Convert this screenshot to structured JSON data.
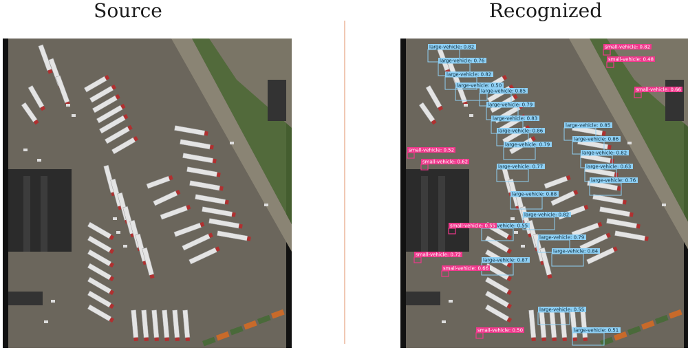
{
  "titles": {
    "source": "Source",
    "recognized": "Recognized"
  },
  "colors": {
    "large_vehicle_box": "#8fd0f5",
    "small_vehicle_box": "#f0388c",
    "ground": "#6b665c",
    "building": "#2b2b2b",
    "grass": "#4d6b35",
    "road": "#8a8474"
  },
  "detections": [
    {
      "label": "large-vehicle: 0.82",
      "cls": "large"
    },
    {
      "label": "large-vehicle: 0.76",
      "cls": "large"
    },
    {
      "label": "large-vehicle: 0.82",
      "cls": "large"
    },
    {
      "label": "large-vehicle: 0.50",
      "cls": "large"
    },
    {
      "label": "large-vehicle: 0.85",
      "cls": "large"
    },
    {
      "label": "large-vehicle: 0.79",
      "cls": "large"
    },
    {
      "label": "large-vehicle: 0.83",
      "cls": "large"
    },
    {
      "label": "large-vehicle: 0.86",
      "cls": "large"
    },
    {
      "label": "large-vehicle: 0.79",
      "cls": "large"
    },
    {
      "label": "large-vehicle: 0.85",
      "cls": "large"
    },
    {
      "label": "large-vehicle: 0.86",
      "cls": "large"
    },
    {
      "label": "large-vehicle: 0.82",
      "cls": "large"
    },
    {
      "label": "large-vehicle: 0.63",
      "cls": "large"
    },
    {
      "label": "large-vehicle: 0.76",
      "cls": "large"
    },
    {
      "label": "large-vehicle: 0.77",
      "cls": "large"
    },
    {
      "label": "large-vehicle: 0.88",
      "cls": "large"
    },
    {
      "label": "large-vehicle: 0.82",
      "cls": "large"
    },
    {
      "label": "large-vehicle: 0.79",
      "cls": "large"
    },
    {
      "label": "large-vehicle: 0.84",
      "cls": "large"
    },
    {
      "label": "large-vehicle: 0.55",
      "cls": "large"
    },
    {
      "label": "large-vehicle: 0.87",
      "cls": "large"
    },
    {
      "label": "large-vehicle: 0.55",
      "cls": "large"
    },
    {
      "label": "large-vehicle: 0.51",
      "cls": "large"
    },
    {
      "label": "small-vehicle: 0.82",
      "cls": "small"
    },
    {
      "label": "small-vehicle: 0.48",
      "cls": "small"
    },
    {
      "label": "small-vehicle: 0.66",
      "cls": "small"
    },
    {
      "label": "small-vehicle: 0.52",
      "cls": "small"
    },
    {
      "label": "small-vehicle: 0.62",
      "cls": "small"
    },
    {
      "label": "small-vehicle: 0.55",
      "cls": "small"
    },
    {
      "label": "small-vehicle: 0.72",
      "cls": "small"
    },
    {
      "label": "small-vehicle: 0.66",
      "cls": "small"
    },
    {
      "label": "small-vehicle: 0.50",
      "cls": "small"
    }
  ]
}
